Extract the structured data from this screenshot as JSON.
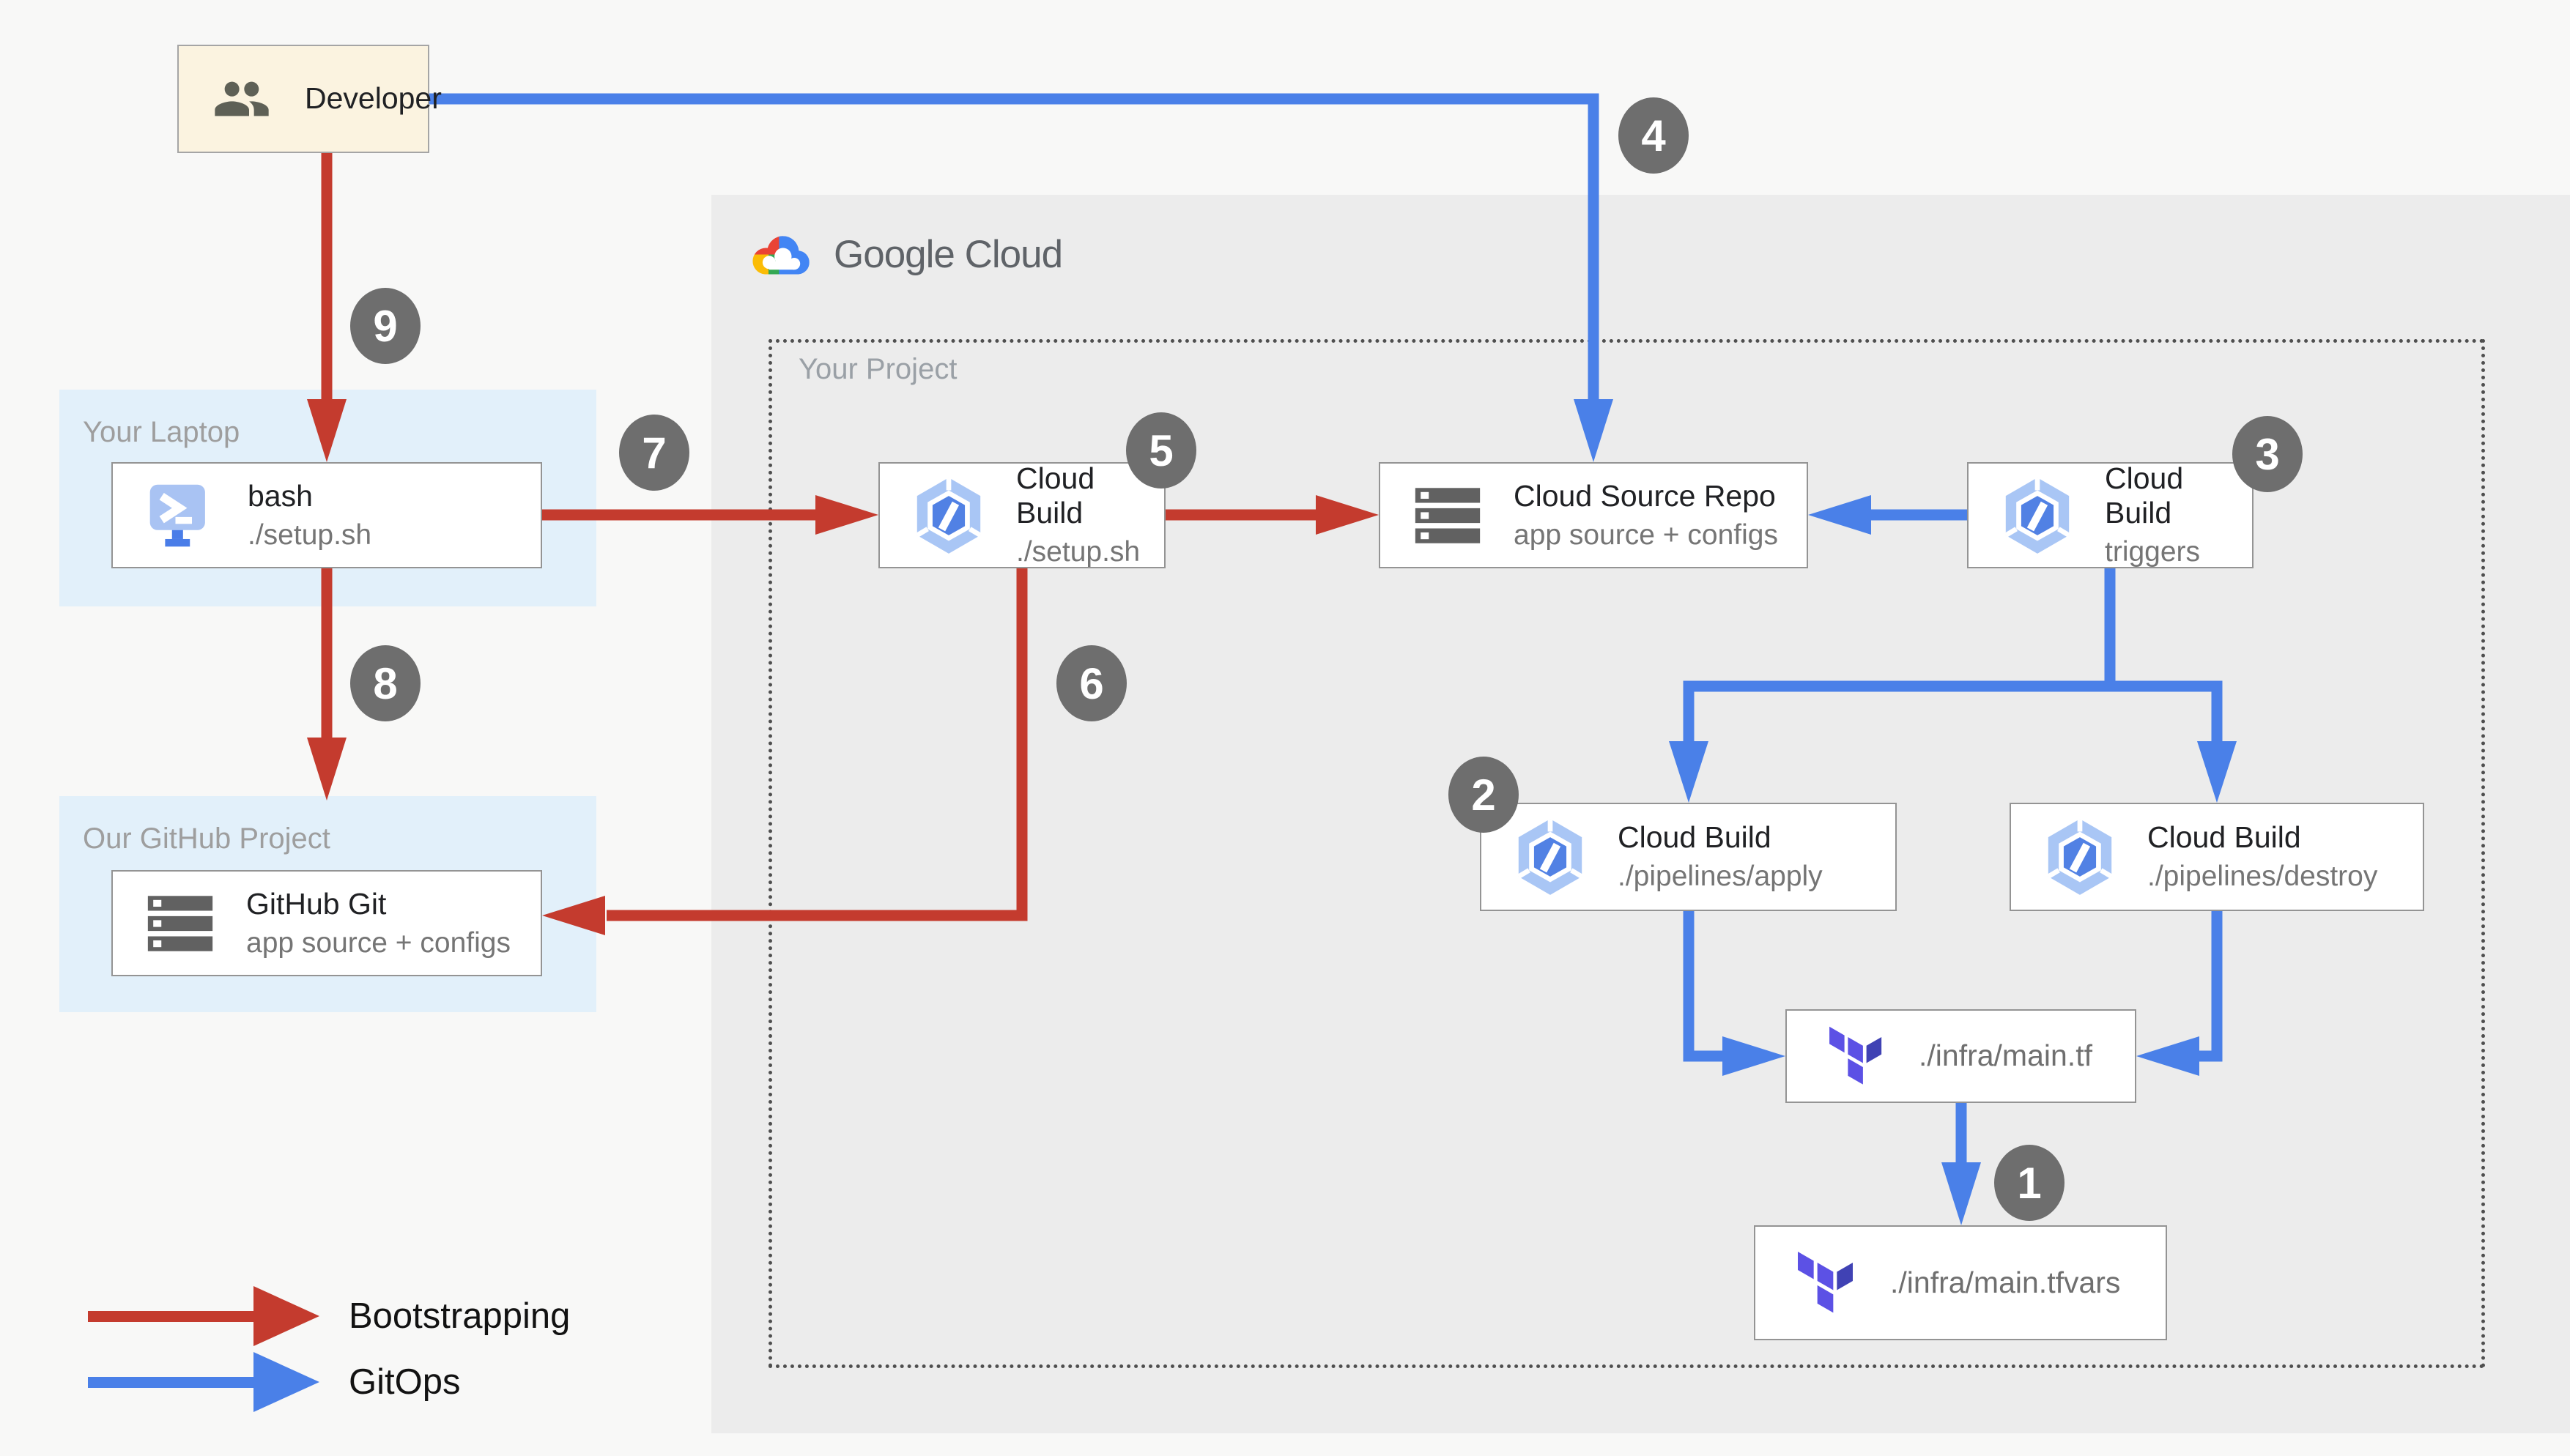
{
  "containers": {
    "google_cloud": {
      "label": "Google Cloud"
    },
    "your_project": {
      "label": "Your Project"
    },
    "your_laptop": {
      "label": "Your Laptop"
    },
    "our_github_project": {
      "label": "Our GitHub Project"
    }
  },
  "nodes": {
    "developer": {
      "title": "Developer",
      "icon": "people-icon"
    },
    "bash": {
      "title": "bash",
      "subtitle": "./setup.sh",
      "icon": "terminal-icon"
    },
    "github_git": {
      "title": "GitHub Git",
      "subtitle": "app source + configs",
      "icon": "repo-icon"
    },
    "cloud_build_setup": {
      "title": "Cloud Build",
      "subtitle": "./setup.sh",
      "icon": "cloud-build-icon"
    },
    "cloud_source_repo": {
      "title": "Cloud Source Repo",
      "subtitle": "app source + configs",
      "icon": "repo-icon"
    },
    "cloud_build_triggers": {
      "title": "Cloud Build",
      "subtitle": "triggers",
      "icon": "cloud-build-icon"
    },
    "cloud_build_apply": {
      "title": "Cloud Build",
      "subtitle": "./pipelines/apply",
      "icon": "cloud-build-icon"
    },
    "cloud_build_destroy": {
      "title": "Cloud Build",
      "subtitle": "./pipelines/destroy",
      "icon": "cloud-build-icon"
    },
    "infra_main_tf": {
      "title": "./infra/main.tf",
      "icon": "terraform-icon"
    },
    "infra_main_tfvars": {
      "title": "./infra/main.tfvars",
      "icon": "terraform-icon"
    }
  },
  "badges": {
    "b1": {
      "label": "1"
    },
    "b2": {
      "label": "2"
    },
    "b3": {
      "label": "3"
    },
    "b4": {
      "label": "4"
    },
    "b5": {
      "label": "5"
    },
    "b6": {
      "label": "6"
    },
    "b7": {
      "label": "7"
    },
    "b8": {
      "label": "8"
    },
    "b9": {
      "label": "9"
    }
  },
  "legend": {
    "bootstrapping": {
      "label": "Bootstrapping",
      "color": "#c43b2e"
    },
    "gitops": {
      "label": "GitOps",
      "color": "#4a80e8"
    }
  },
  "colors": {
    "bootstrapping_red": "#c43b2e",
    "gitops_blue": "#4a80e8",
    "badge_gray": "#6e6e6e",
    "laptop_zone_blue": "#e2f0fa",
    "developer_cream": "#fbf3e0",
    "google_cloud_zone_gray": "#ececec"
  }
}
